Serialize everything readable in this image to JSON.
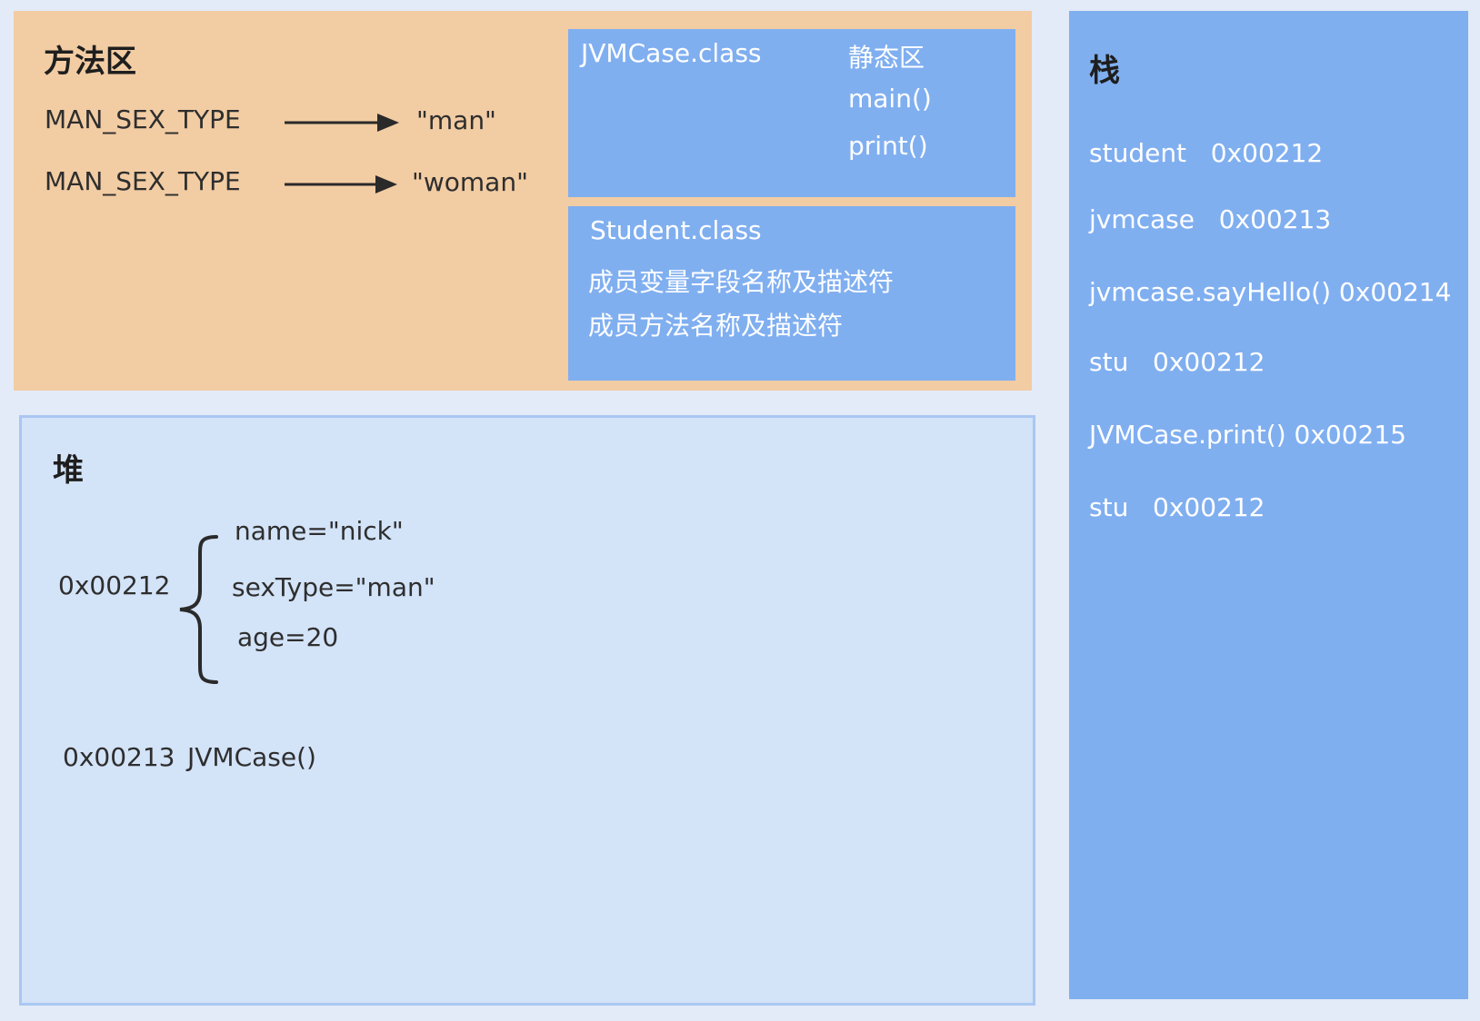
{
  "method_area": {
    "title": "方法区",
    "constants": [
      {
        "name": "MAN_SEX_TYPE",
        "value": "\"man\""
      },
      {
        "name": "MAN_SEX_TYPE",
        "value": "\"woman\""
      }
    ],
    "jvmcase_class": {
      "name": "JVMCase.class",
      "static_label": "静态区",
      "methods": [
        "main()",
        "print()"
      ]
    },
    "student_class": {
      "name": "Student.class",
      "lines": [
        "成员变量字段名称及描述符",
        "成员方法名称及描述符"
      ]
    }
  },
  "heap": {
    "title": "堆",
    "objects": [
      {
        "address": "0x00212",
        "fields": [
          "name=\"nick\"",
          "sexType=\"man\"",
          "age=20"
        ]
      },
      {
        "address": "0x00213",
        "label": "JVMCase()"
      }
    ]
  },
  "stack": {
    "title": "栈",
    "items": [
      "student   0x00212",
      "jvmcase   0x00213",
      "jvmcase.sayHello() 0x00214",
      "stu   0x00212",
      "JVMCase.print() 0x00215",
      "stu   0x00212"
    ]
  },
  "colors": {
    "method_area": "#f2cca3",
    "class_box": "#80aff0",
    "heap": "#d3e3f8",
    "heap_border": "#a9c7f1",
    "stack": "#80aff0",
    "background": "#e3ebf8"
  }
}
